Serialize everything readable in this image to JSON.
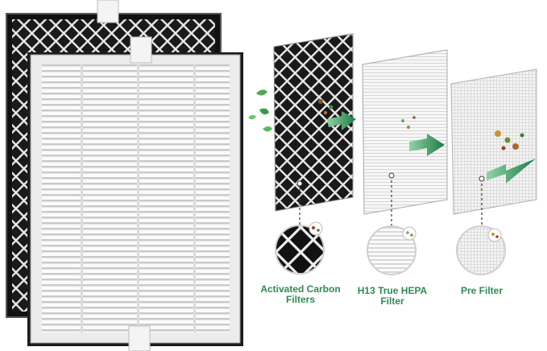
{
  "product": {
    "accent_color": "#2f8a52",
    "layers": [
      {
        "line1": "Activated Carbon",
        "line2": "Filters"
      },
      {
        "line1": "H13 True HEPA",
        "line2": "Filter"
      },
      {
        "line1": "Pre Filter",
        "line2": ""
      }
    ]
  }
}
